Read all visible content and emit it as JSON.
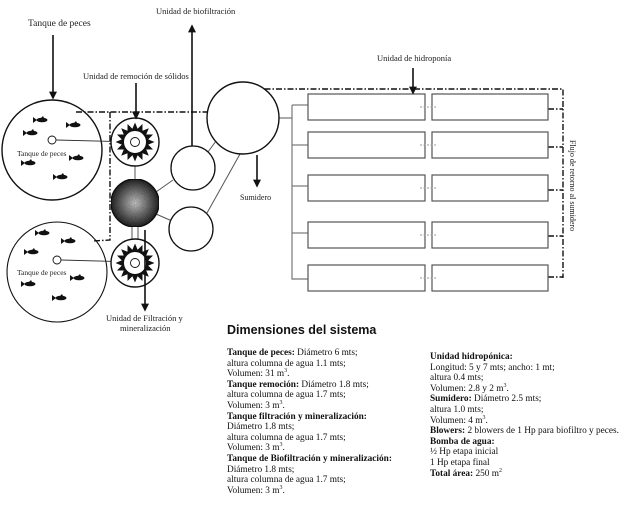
{
  "labels": {
    "fish_tank_top": "Tanque de peces",
    "biofiltration_unit": "Unidad de biofiltración",
    "solids_removal_unit": "Unidad de remoción de sólidos",
    "hydroponics_unit": "Unidad de hidroponía",
    "sump": "Sumidero",
    "filtration_mineralization_unit_line1": "Unidad de Filtración y",
    "filtration_mineralization_unit_line2": "mineralización",
    "fish_tank_inner_1": "Tanque de peces",
    "fish_tank_inner_2": "Tanque de peces",
    "return_flow": "Flujo de retorno al sumidero"
  },
  "components": {
    "fish_tanks": 2,
    "solids_removal_tanks": 1,
    "filtration_mineralization_tanks": 1,
    "biofilter_tanks": 3,
    "sump_tanks": 1,
    "hydroponic_beds_rows": 5,
    "hydroponic_beds_columns": 2,
    "fish_per_tank": 6
  },
  "dimensions": {
    "title": "Dimensiones del sistema",
    "left_column": [
      {
        "bold": "Tanque de peces:",
        "text": " Diámetro 6 mts;"
      },
      {
        "bold": "",
        "text": "altura columna de agua 1.1 mts;"
      },
      {
        "bold": "",
        "text": "Volumen: 31 m",
        "sup": "3",
        "after": "."
      },
      {
        "bold": "Tanque remoción:",
        "text": " Diámetro 1.8 mts;"
      },
      {
        "bold": "",
        "text": "altura columna de agua 1.7 mts;"
      },
      {
        "bold": "",
        "text": "Volumen: 3 m",
        "sup": "3",
        "after": "."
      },
      {
        "bold": "Tanque filtración y mineralización:",
        "text": ""
      },
      {
        "bold": "",
        "text": " Diámetro 1.8 mts;"
      },
      {
        "bold": "",
        "text": "altura columna de agua 1.7 mts;"
      },
      {
        "bold": "",
        "text": "Volumen: 3 m",
        "sup": "3",
        "after": "."
      },
      {
        "bold": "Tanque de Biofiltración y mineralización:",
        "text": ""
      },
      {
        "bold": "",
        "text": " Diámetro 1.8 mts;"
      },
      {
        "bold": "",
        "text": "altura columna de agua 1.7 mts;"
      },
      {
        "bold": "",
        "text": "Volumen: 3 m",
        "sup": "3",
        "after": "."
      }
    ],
    "right_column": [
      {
        "bold": "Unidad hidropónica:",
        "text": ""
      },
      {
        "bold": "",
        "text": " Longitud: 5 y 7 mts; ancho: 1 mt;"
      },
      {
        "bold": "",
        "text": "altura 0.4 mts;"
      },
      {
        "bold": "",
        "text": "Volumen: 2.8 y 2 m",
        "sup": "3",
        "after": "."
      },
      {
        "bold": "Sumidero:",
        "text": " Diámetro 2.5 mts;"
      },
      {
        "bold": "",
        "text": "altura 1.0 mts;"
      },
      {
        "bold": "",
        "text": "Volumen: 4 m",
        "sup": "3",
        "after": "."
      },
      {
        "bold": "Blowers:",
        "text": " 2 blowers de 1 Hp para biofiltro y peces."
      },
      {
        "bold": "Bomba de agua:",
        "text": ""
      },
      {
        "bold": "",
        "text": " ½ Hp etapa inicial"
      },
      {
        "bold": "",
        "text": "1 Hp etapa final"
      },
      {
        "bold": "Total área:",
        "text": "   250 m",
        "sup": "2",
        "after": ""
      }
    ]
  },
  "colors": {
    "line": "#111111",
    "thin_line": "#444444",
    "box_stroke": "#555555",
    "tree_line": "#777777",
    "biofilter_dark": "#1a1a1a",
    "biofilter_light": "#bbbbbb"
  }
}
